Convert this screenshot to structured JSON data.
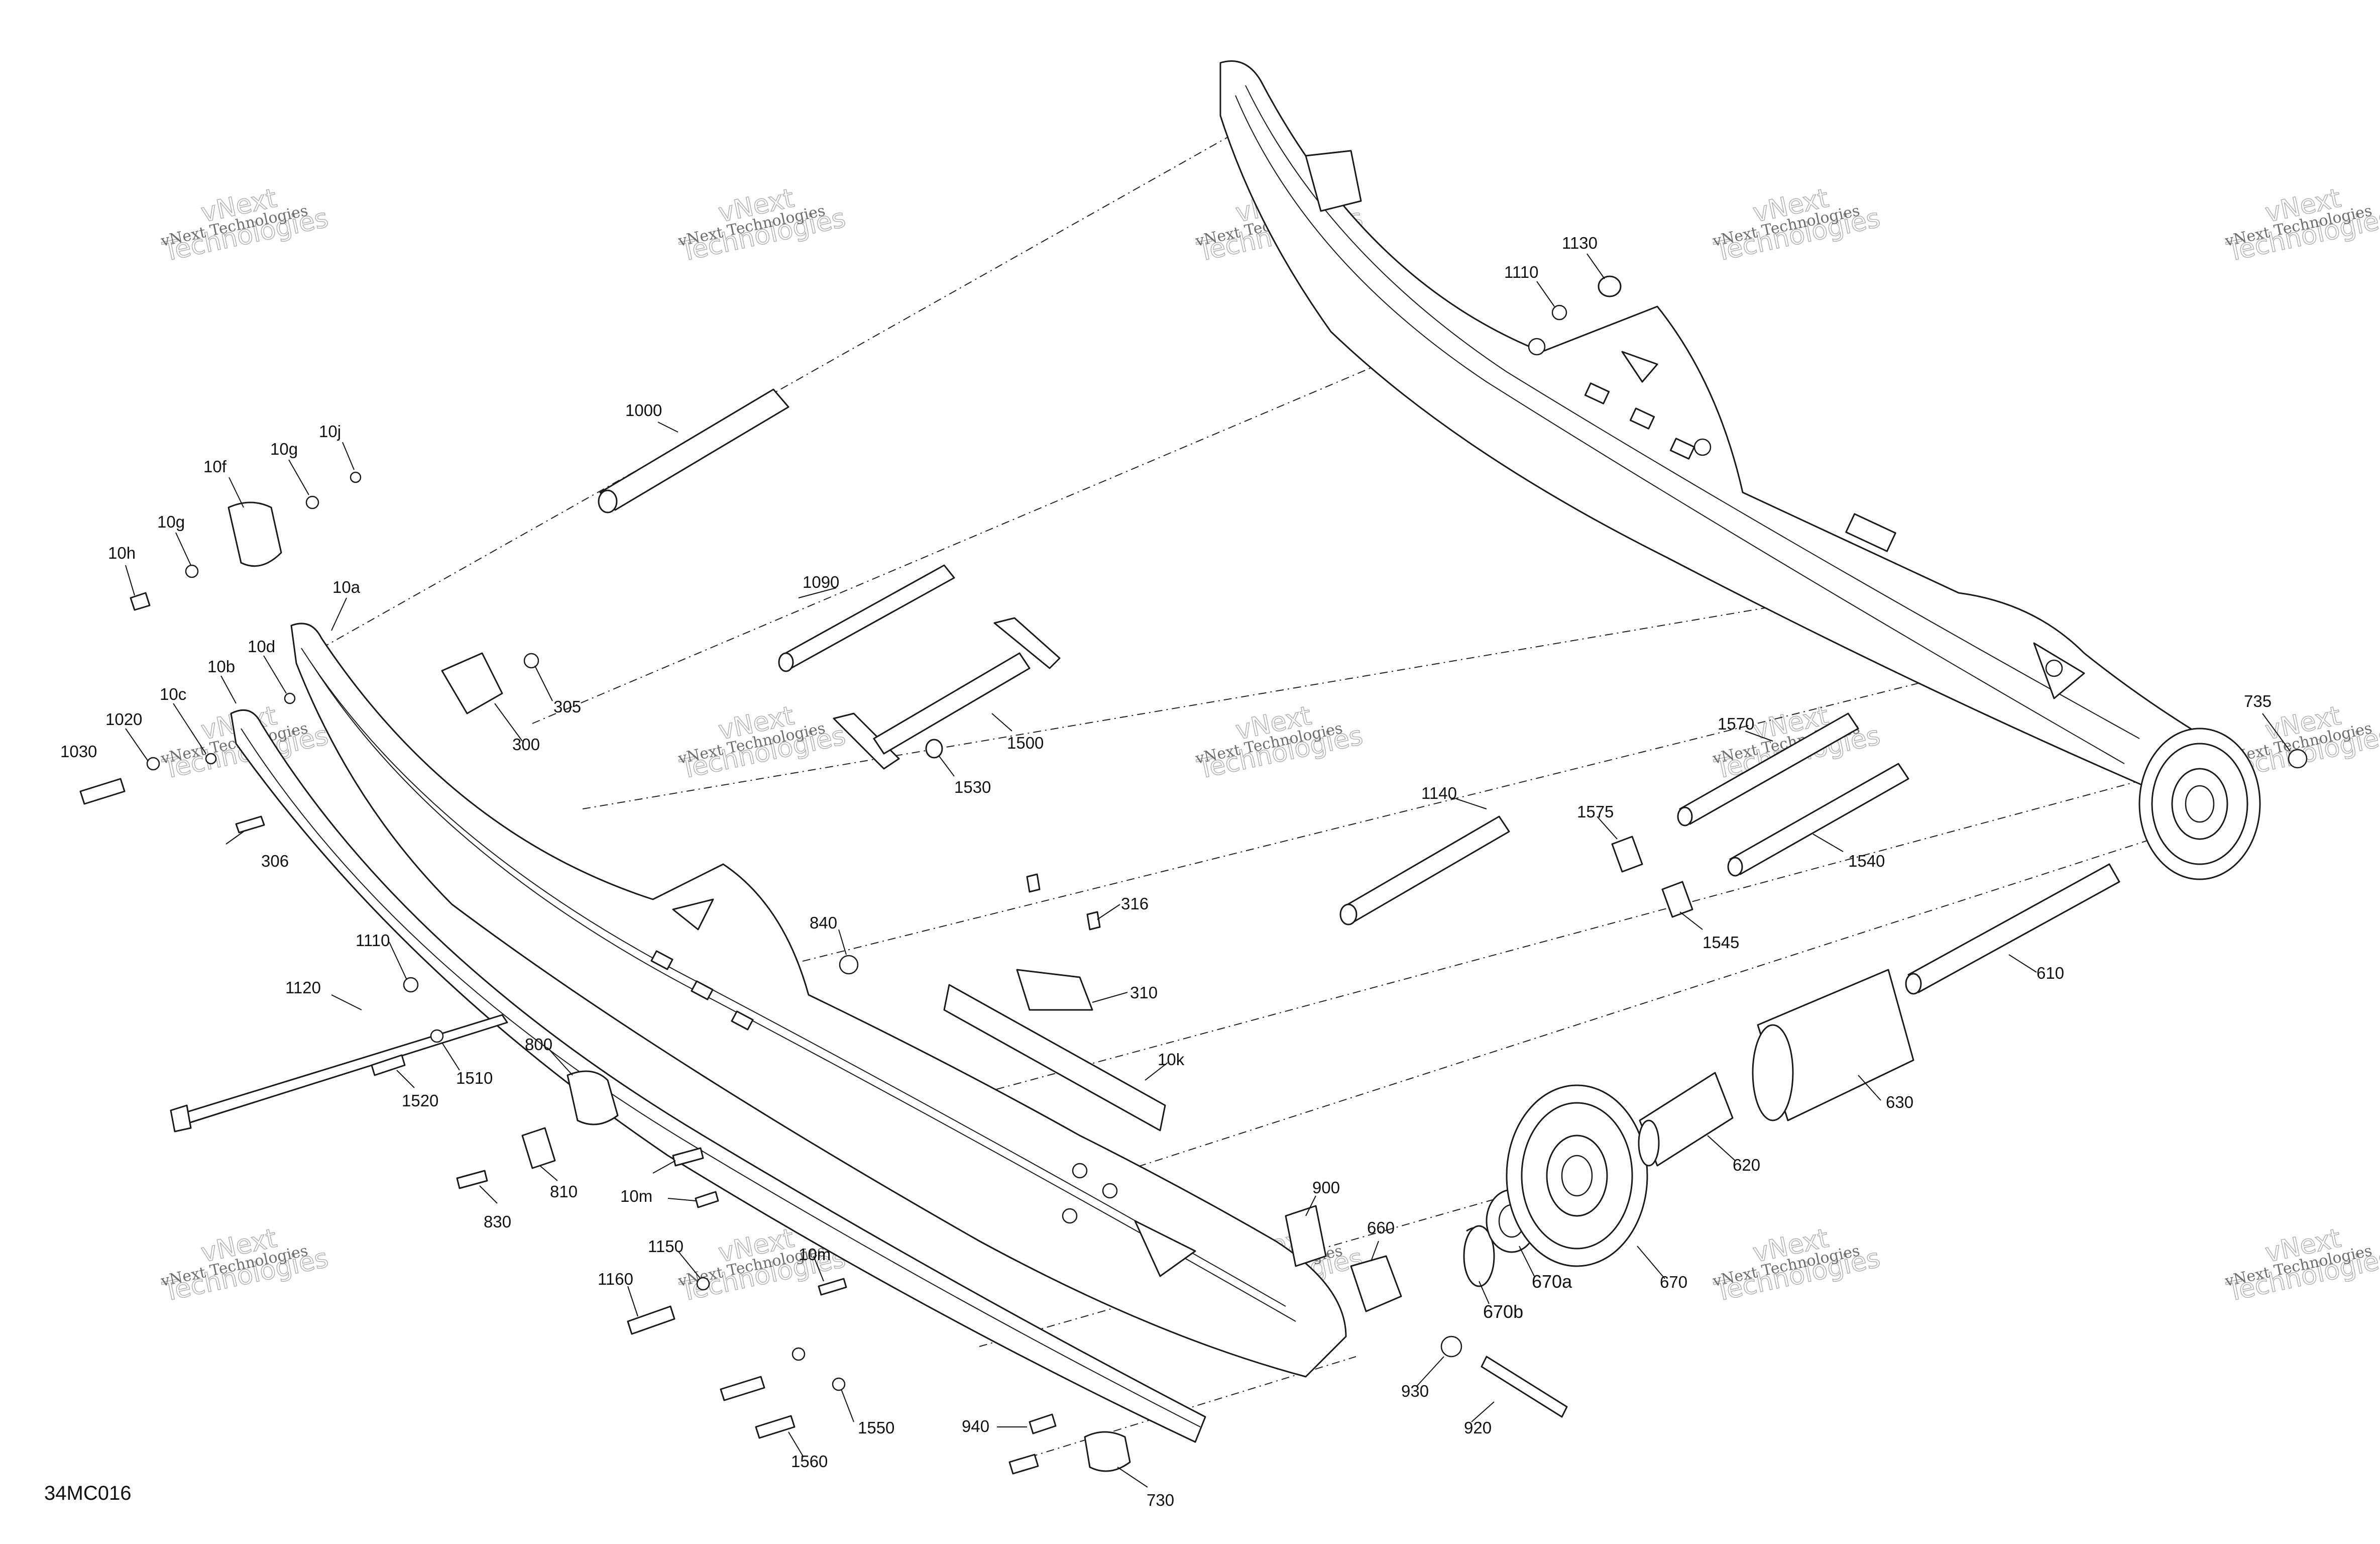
{
  "diagram_code": "34MC016",
  "watermark": {
    "line1": "vNext",
    "line2": "Technologies",
    "small": "vNext Technologies"
  },
  "callouts": {
    "p1000": "1000",
    "p10j": "10j",
    "p10g_top": "10g",
    "p10f": "10f",
    "p10g": "10g",
    "p10h": "10h",
    "p10a": "10a",
    "p10d": "10d",
    "p10b": "10b",
    "p10c": "10c",
    "p1020": "1020",
    "p1030": "1030",
    "p306": "306",
    "p305": "305",
    "p300": "300",
    "p1090": "1090",
    "p1500": "1500",
    "p1530": "1530",
    "p1130": "1130",
    "p1110_top": "1110",
    "p735": "735",
    "p1570": "1570",
    "p1575": "1575",
    "p1540": "1540",
    "p1545": "1545",
    "p1140": "1140",
    "p840": "840",
    "p316": "316",
    "p310": "310",
    "p10k": "10k",
    "p1110": "1110",
    "p1120": "1120",
    "p1510": "1510",
    "p1520": "1520",
    "p800": "800",
    "p810": "810",
    "p830": "830",
    "p10m": "10m",
    "p10m_2": "10m",
    "p1150": "1150",
    "p1160": "1160",
    "p1550": "1550",
    "p1560": "1560",
    "p940": "940",
    "p730": "730",
    "p900": "900",
    "p660": "660",
    "p930": "930",
    "p920": "920",
    "p670a": "670a",
    "p670b": "670b",
    "p670": "670",
    "p620": "620",
    "p630": "630",
    "p610": "610"
  }
}
